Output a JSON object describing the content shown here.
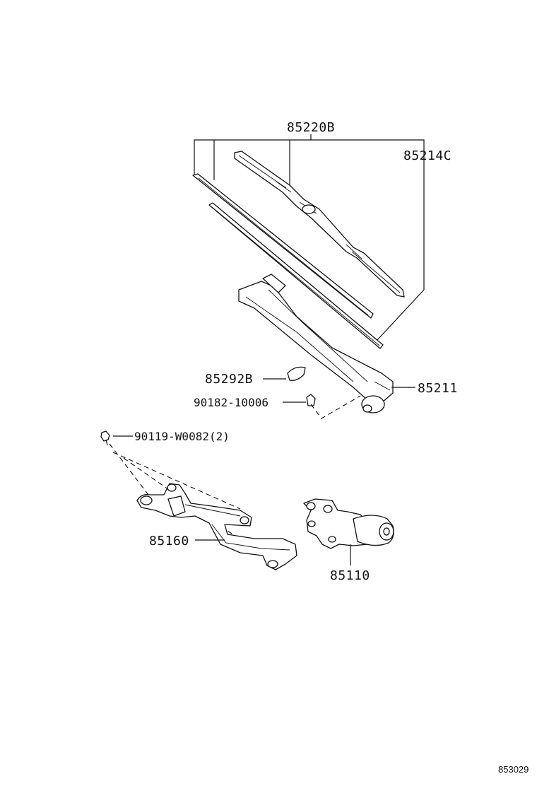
{
  "labels": {
    "wiper_blade_assy": "85220B",
    "blade_insert": "85214C",
    "arm_cover": "85292B",
    "nut": "90182-10006",
    "bolt": "90119-W0082(2)",
    "wiper_arm": "85211",
    "link_assy": "85160",
    "wiper_motor": "85110"
  },
  "footer": {
    "diagram_ref": "853029"
  }
}
